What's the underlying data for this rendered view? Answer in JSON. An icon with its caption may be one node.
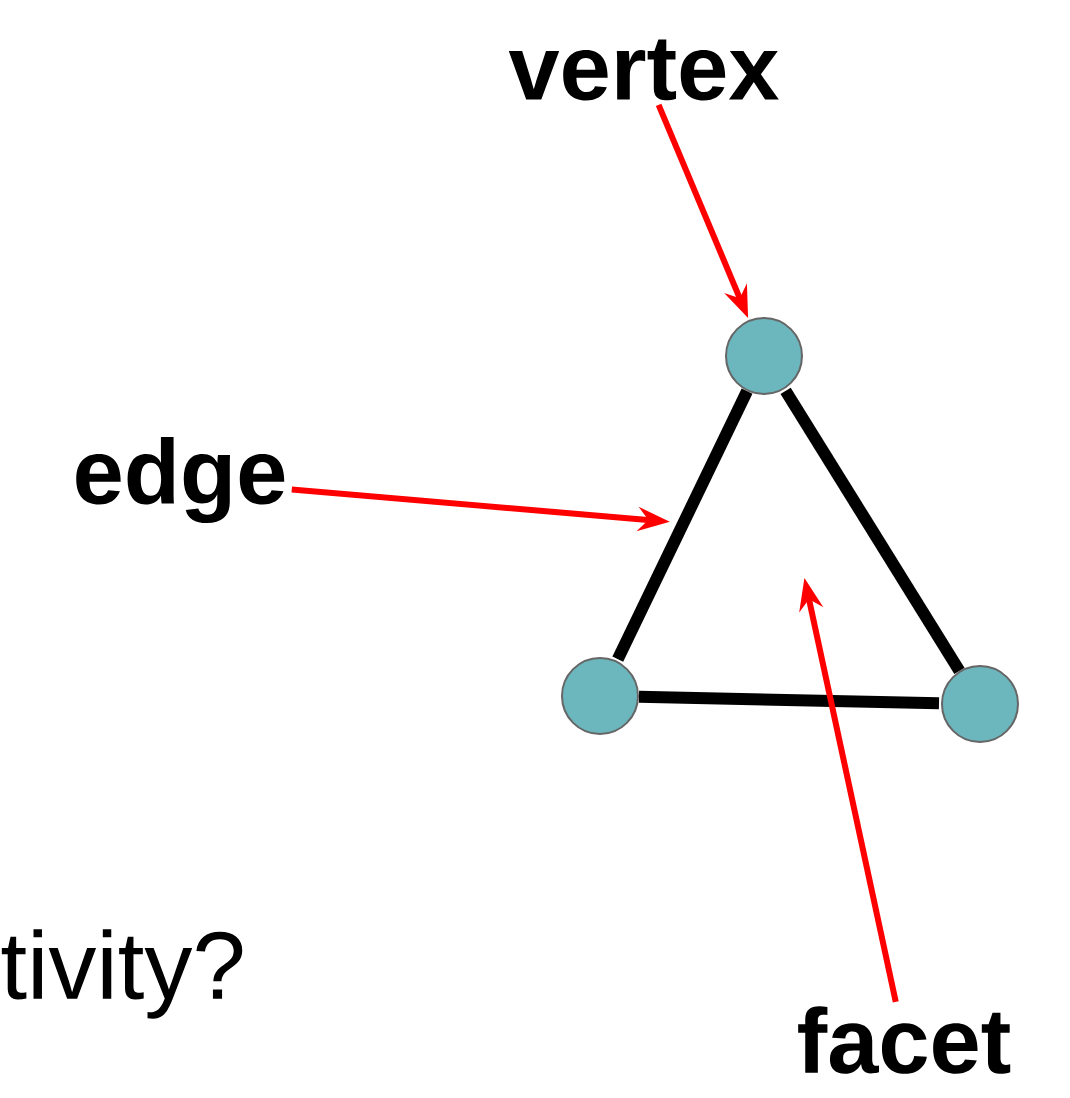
{
  "diagram": {
    "nodes": [
      {
        "text": [
          "vertex"
        ]
      },
      {
        "text": [
          "edge"
        ]
      },
      {
        "text": [
          "facet"
        ]
      },
      {
        "text": [],
        "shape": "circle"
      },
      {
        "text": [],
        "shape": "circle"
      },
      {
        "text": [],
        "shape": "circle"
      }
    ],
    "edges": [
      {
        "from": 3,
        "to": 4,
        "arrow": "none",
        "style": "thick"
      },
      {
        "from": 4,
        "to": 5,
        "arrow": "none",
        "style": "thick"
      },
      {
        "from": 5,
        "to": 3,
        "arrow": "none",
        "style": "thick"
      },
      {
        "from": 0,
        "to": 3,
        "arrow": "to",
        "color": "#ff0000"
      },
      {
        "from": 1,
        "to": null,
        "arrow": "to",
        "color": "#ff0000"
      },
      {
        "from": 2,
        "to": null,
        "arrow": "to",
        "color": "#ff0000"
      }
    ],
    "labels": [
      "tivity?"
    ]
  }
}
